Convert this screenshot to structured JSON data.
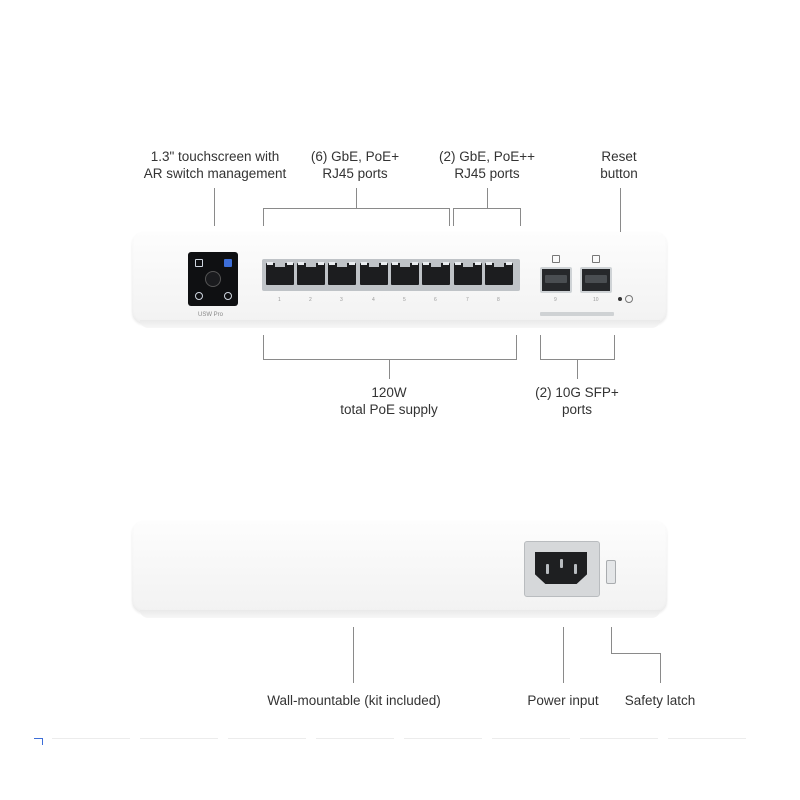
{
  "labels": {
    "touchscreen": [
      "1.3\" touchscreen with",
      "AR switch management"
    ],
    "poe_plus": [
      "(6) GbE, PoE+",
      "RJ45 ports"
    ],
    "poe_plus_plus": [
      "(2) GbE, PoE++",
      "RJ45 ports"
    ],
    "reset": [
      "Reset",
      "button"
    ],
    "poe_supply": [
      "120W",
      "total PoE supply"
    ],
    "sfp": [
      "(2) 10G SFP+",
      "ports"
    ],
    "wall_mount": "Wall-mountable (kit included)",
    "power_input": "Power input",
    "safety_latch": "Safety latch"
  },
  "device": {
    "model_text": "USW Pro",
    "rj45_ports": [
      "1",
      "2",
      "3",
      "4",
      "5",
      "6",
      "7",
      "8"
    ],
    "sfp_ports": [
      "9",
      "10"
    ]
  },
  "icons": {
    "screen_icons": [
      "home-icon",
      "settings-icon",
      "info-icon",
      "network-icon"
    ]
  },
  "colors": {
    "device_body": "#f6f6f6",
    "screen": "#0f1012",
    "leader_line": "#8a8a8a"
  }
}
